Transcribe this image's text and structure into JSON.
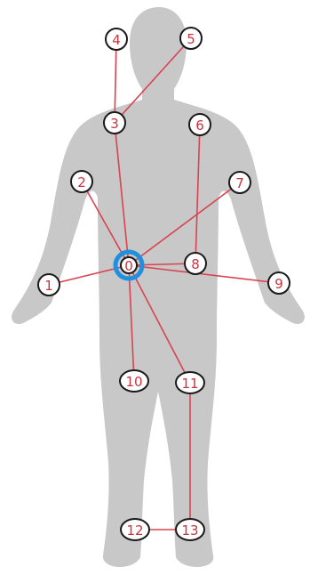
{
  "colors": {
    "silhouette": "#c8c8c8",
    "edge": "#d9434f",
    "node_outline": "#1a1a1a",
    "node_label": "#c9343f",
    "hub_highlight": "#1f8fe0"
  },
  "nodes": [
    {
      "id": "0",
      "label": "0"
    },
    {
      "id": "1",
      "label": "1"
    },
    {
      "id": "2",
      "label": "2"
    },
    {
      "id": "3",
      "label": "3"
    },
    {
      "id": "4",
      "label": "4"
    },
    {
      "id": "5",
      "label": "5"
    },
    {
      "id": "6",
      "label": "6"
    },
    {
      "id": "7",
      "label": "7"
    },
    {
      "id": "8",
      "label": "8"
    },
    {
      "id": "9",
      "label": "9"
    },
    {
      "id": "10",
      "label": "10"
    },
    {
      "id": "11",
      "label": "11"
    },
    {
      "id": "12",
      "label": "12"
    },
    {
      "id": "13",
      "label": "13"
    }
  ],
  "edges": [
    [
      "0",
      "1"
    ],
    [
      "0",
      "2"
    ],
    [
      "0",
      "3"
    ],
    [
      "3",
      "4"
    ],
    [
      "3",
      "5"
    ],
    [
      "0",
      "7"
    ],
    [
      "0",
      "8"
    ],
    [
      "6",
      "8"
    ],
    [
      "0",
      "9"
    ],
    [
      "0",
      "10"
    ],
    [
      "0",
      "11"
    ],
    [
      "11",
      "13"
    ],
    [
      "12",
      "13"
    ]
  ],
  "hub": "0"
}
